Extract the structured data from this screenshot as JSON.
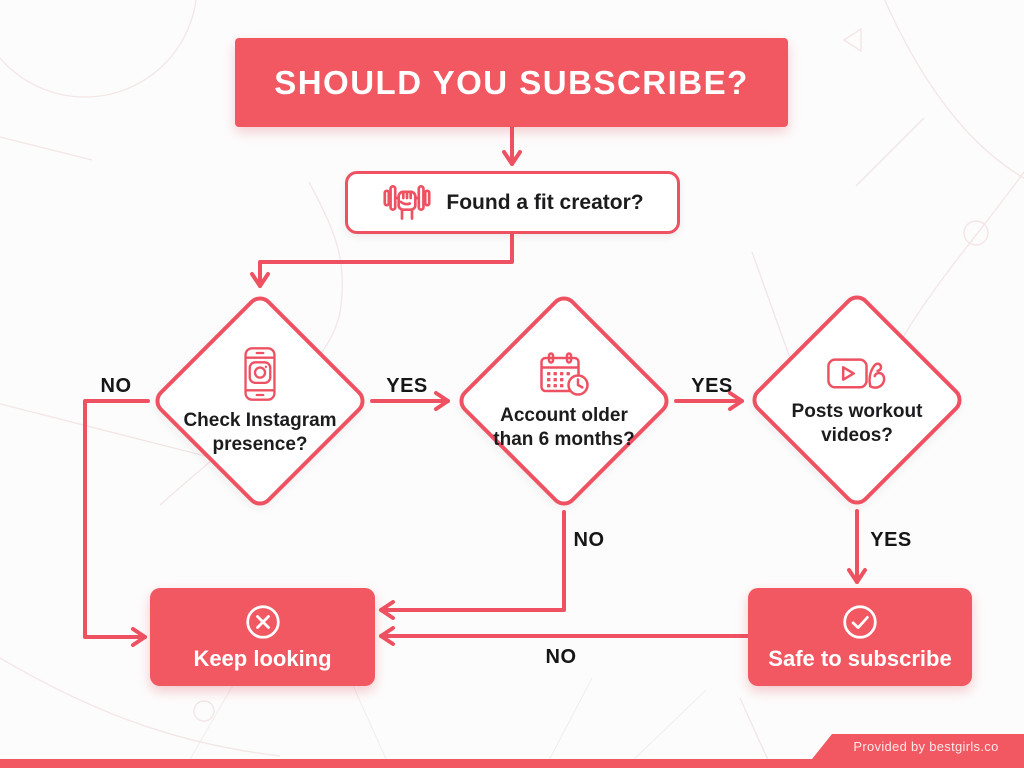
{
  "title": "SHOULD YOU SUBSCRIBE?",
  "start": {
    "label": "Found a fit creator?",
    "icon": "dumbbell-fist-icon"
  },
  "decisions": [
    {
      "label": "Check Instagram presence?",
      "icon": "instagram-phone-icon"
    },
    {
      "label": "Account older than 6 months?",
      "icon": "calendar-clock-icon"
    },
    {
      "label": "Posts workout videos?",
      "icon": "workout-video-icon"
    }
  ],
  "outcomes": [
    {
      "label": "Keep looking",
      "icon": "x-circle-icon"
    },
    {
      "label": "Safe to subscribe",
      "icon": "check-circle-icon"
    }
  ],
  "edges": {
    "no_left": "NO",
    "yes_1": "YES",
    "yes_2": "YES",
    "no_mid": "NO",
    "yes_3": "YES",
    "no_bottom": "NO"
  },
  "footer": {
    "credit": "Provided by bestgirls.co"
  },
  "colors": {
    "primary_red": "#f15862",
    "stroke_red": "#ee5262",
    "node_background": "#ffffff",
    "text_dark": "#1c1c1e",
    "text_light": "#ffffff"
  }
}
